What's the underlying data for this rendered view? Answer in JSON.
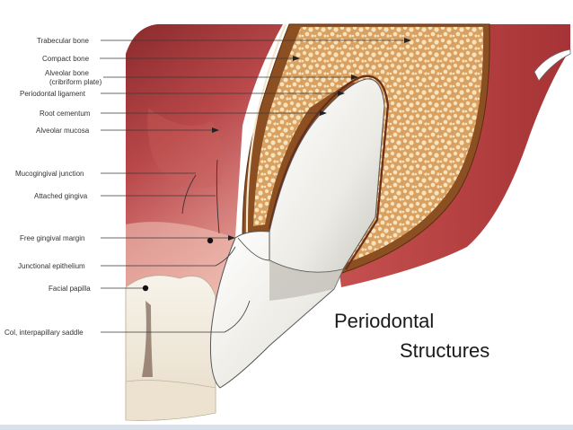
{
  "title": {
    "line1": "Periodontal",
    "line2": "Structures"
  },
  "labels": [
    {
      "id": "trabecular-bone",
      "text": "Trabecular bone"
    },
    {
      "id": "compact-bone",
      "text": "Compact bone"
    },
    {
      "id": "alveolar-bone",
      "text": "Alveolar bone"
    },
    {
      "id": "cribriform-plate",
      "text": "(cribriform plate)"
    },
    {
      "id": "periodontal-ligament",
      "text": "Periodontal ligament"
    },
    {
      "id": "root-cementum",
      "text": "Root cementum"
    },
    {
      "id": "alveolar-mucosa",
      "text": "Alveolar mucosa"
    },
    {
      "id": "mucogingival-junction",
      "text": "Mucogingival junction"
    },
    {
      "id": "attached-gingiva",
      "text": "Attached gingiva"
    },
    {
      "id": "free-gingival-margin",
      "text": "Free gingival margin"
    },
    {
      "id": "junctional-epithelium",
      "text": "Junctional epithelium"
    },
    {
      "id": "facial-papilla",
      "text": "Facial papilla"
    },
    {
      "id": "col-interpapillary-saddle",
      "text": "Col, interpapillary saddle"
    }
  ],
  "colors": {
    "mucosa": "#b7423f",
    "mucosa_dark": "#7d1f22",
    "gingiva": "#e9a9a0",
    "bone": "#c98a48",
    "bone_dark": "#6b3a18",
    "tooth": "#f2f0ea",
    "tooth_shadow": "#c9c7c0"
  }
}
